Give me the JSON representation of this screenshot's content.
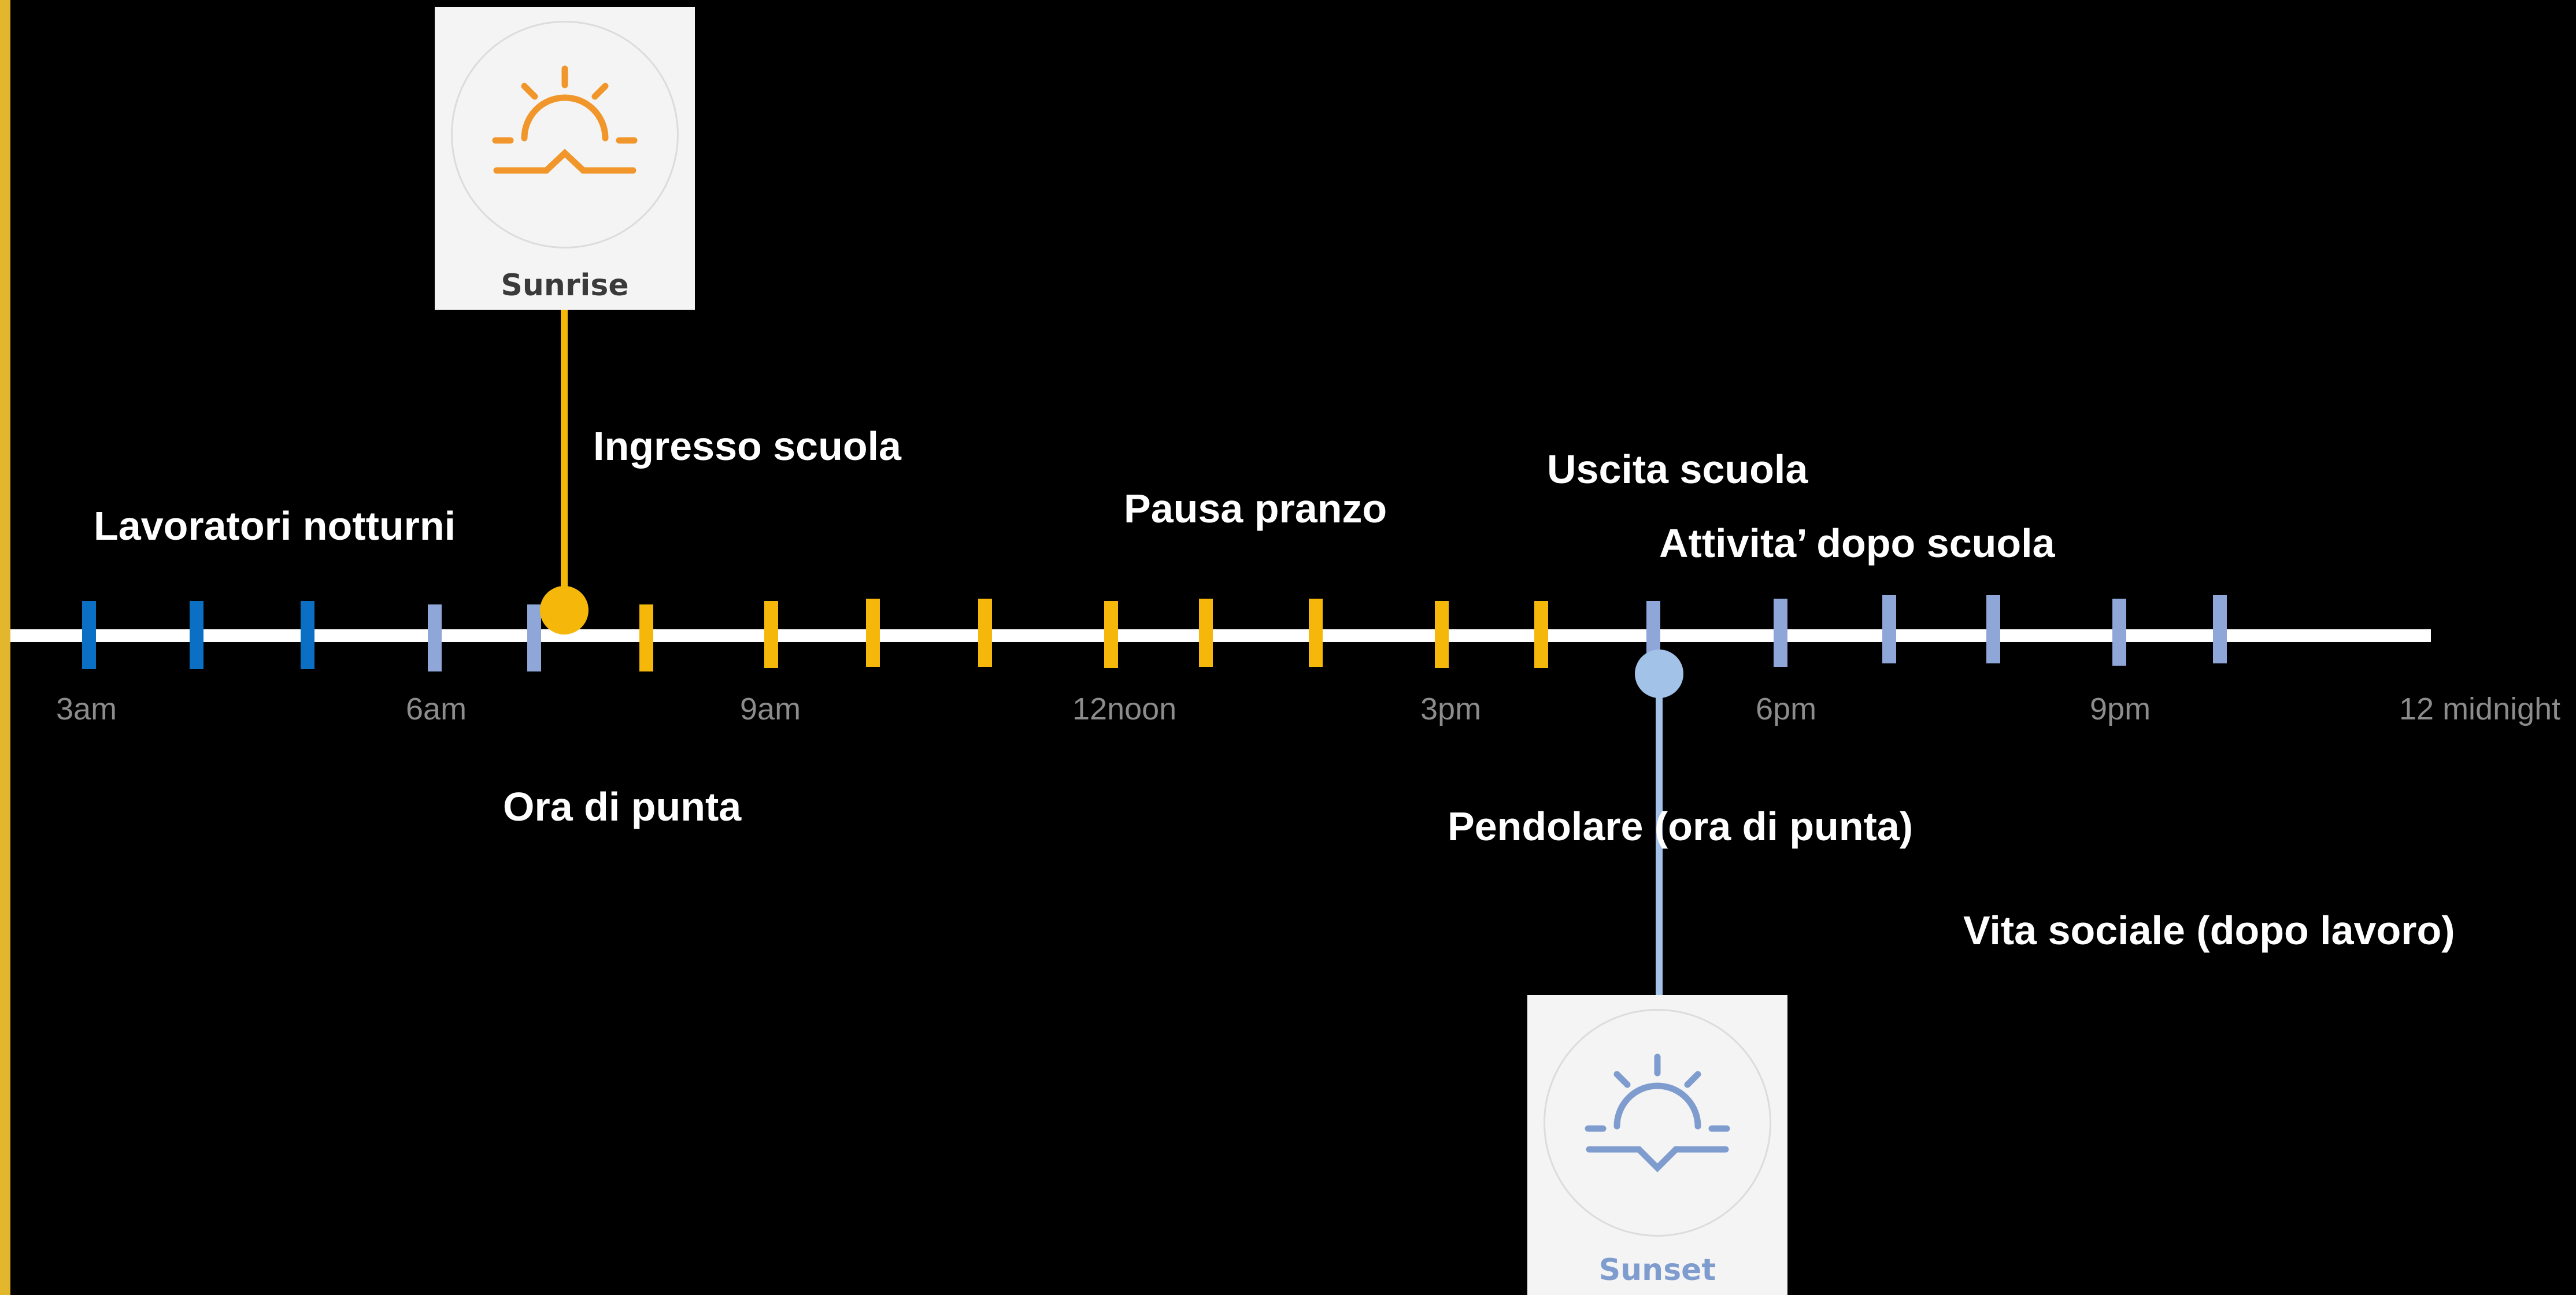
{
  "colors": {
    "axis": "#ffffff",
    "night_tick": "#0b6fc4",
    "twilight_tick": "#8ea6d8",
    "day_tick": "#f5b80a",
    "sunrise_accent": "#f5b80a",
    "sunrise_icon": "#f0962a",
    "sunset_accent": "#a3c2e8",
    "sunset_icon": "#7f9ccf",
    "left_edge": "#e3b72b",
    "hour_label": "#8c8c8c"
  },
  "hour_labels": [
    "3am",
    "6am",
    "9am",
    "12noon",
    "3pm",
    "6pm",
    "9pm",
    "12 midnight"
  ],
  "events": {
    "lavoratori_notturni": "Lavoratori notturni",
    "ingresso_scuola": "Ingresso scuola",
    "ora_di_punta": "Ora di punta",
    "pausa_pranzo": "Pausa pranzo",
    "uscita_scuola": "Uscita scuola",
    "attivita_dopo_scuola": "Attivita’ dopo scuola",
    "pendolare": "Pendolare (ora di punta)",
    "vita_sociale": "Vita sociale (dopo lavoro)"
  },
  "sunrise": {
    "label": "Sunrise",
    "icon": "sunrise-icon"
  },
  "sunset": {
    "label": "Sunset",
    "icon": "sunset-icon"
  },
  "hour_ticks": [
    {
      "group": "night"
    },
    {
      "group": "night"
    },
    {
      "group": "night"
    },
    {
      "group": "twilight"
    },
    {
      "group": "twilight"
    },
    {
      "group": "day"
    },
    {
      "group": "day"
    },
    {
      "group": "day"
    },
    {
      "group": "day"
    },
    {
      "group": "day"
    },
    {
      "group": "day"
    },
    {
      "group": "day"
    },
    {
      "group": "day"
    },
    {
      "group": "day"
    },
    {
      "group": "twilight"
    },
    {
      "group": "twilight"
    },
    {
      "group": "twilight"
    },
    {
      "group": "twilight"
    },
    {
      "group": "twilight"
    },
    {
      "group": "twilight"
    }
  ]
}
